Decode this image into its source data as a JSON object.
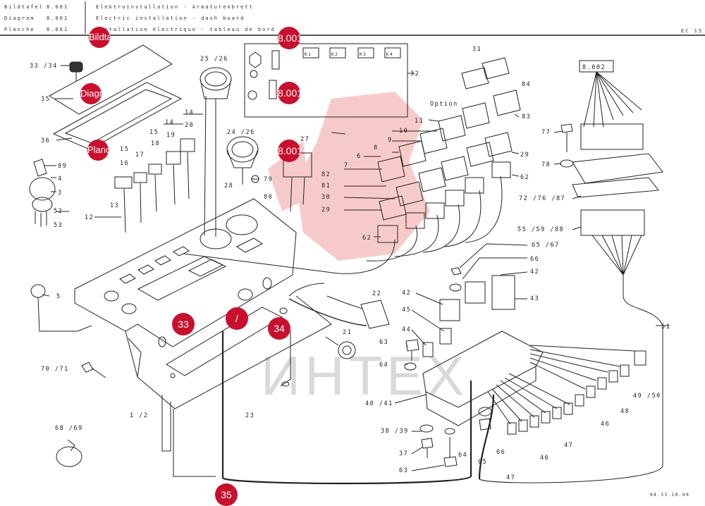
{
  "header": {
    "col1": [
      "Bildtafel",
      "Diagram",
      "Planche"
    ],
    "col2": [
      "8.001",
      "8.001",
      "8.001"
    ],
    "col3": [
      "Elektroinstallation - Armaturenbrett",
      "Electric installation - dash board",
      "Installation électrique - tableau de bord"
    ],
    "code": "EC 15"
  },
  "hotspots": [
    "Bildtafel",
    "8.001",
    "Diagram",
    "8.001",
    "Planche",
    "8.001",
    "33",
    "/",
    "34",
    "35"
  ],
  "watermark": "ИНТЕХ",
  "sheet_ref": "8.002",
  "footer": "98.33.10.00",
  "option_label": "Option",
  "part_labels": {
    "p33_34": "33 /34",
    "p35": "35",
    "p36": "36",
    "p89": "89",
    "p4": "4",
    "p3": "3",
    "p52": "52",
    "p53": "53",
    "p12": "12",
    "p13": "13",
    "p5": "5",
    "p70_71": "70 /71",
    "p68_69": "68 /69",
    "p1_2": "1 /2",
    "p23": "23",
    "p25_26": "25 /26",
    "p24_26": "24 /26",
    "p14a": "14",
    "p14b": "14",
    "p15a": "15",
    "p15b": "15",
    "p19": "19",
    "p20": "20",
    "p18": "18",
    "p16": "16",
    "p17": "17",
    "p27": "27",
    "p28": "28",
    "p79": "79",
    "p80": "80",
    "p32": "32",
    "p31": "31",
    "p84": "84",
    "p83": "83",
    "p11": "11",
    "p10": "10",
    "p9": "9",
    "p8": "8",
    "p6": "6",
    "p7": "7",
    "p82": "82",
    "p81": "81",
    "p30": "30",
    "p29a": "29",
    "p29b": "29",
    "p62a": "62",
    "p62b": "62",
    "p77": "77",
    "p78": "78",
    "p72_76_87": "72 /76 /87",
    "p55_59_88": "55 /59 /88",
    "p65_67": "65 /67",
    "p66a": "66",
    "p42a": "42",
    "p42b": "42",
    "p43": "43",
    "p45": "45",
    "p44": "44",
    "p63a": "63",
    "p64a": "64",
    "p22": "22",
    "p21": "21",
    "p40_41": "40 /41",
    "p38_39": "38 /39",
    "p37": "37",
    "p64b": "64",
    "p63b": "63",
    "p65b": "65",
    "p66b": "66",
    "p47a": "47",
    "p47b": "47",
    "p46a": "46",
    "p46b": "46",
    "p48": "48",
    "p49_50": "49 /50",
    "p51": "51"
  },
  "panel_boxes": [
    "K1",
    "K2",
    "K3",
    "K4"
  ]
}
